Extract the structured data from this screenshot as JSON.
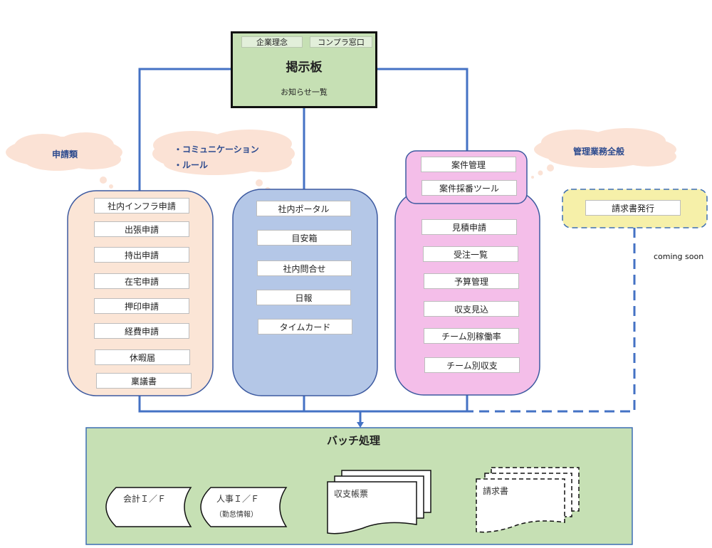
{
  "colors": {
    "connector": "#4472c4",
    "board_fill": "#c6e0b4",
    "requests_fill": "#fbe5d6",
    "comm_fill": "#b4c7e7",
    "mgmt_fill": "#f4bee9",
    "coming_fill": "#f6f0a9",
    "batch_fill": "#c6e0b4",
    "cloud_fill": "#fbe2d5",
    "cloud_text": "#2c4a8e"
  },
  "board": {
    "title": "掲示板",
    "subtitle": "お知らせ一覧",
    "tags": [
      "企業理念",
      "コンプラ窓口"
    ]
  },
  "clouds": {
    "requests": "申請類",
    "comm_lines": [
      "・コミュニケーション",
      "・ルール"
    ],
    "mgmt": "管理業務全般"
  },
  "requests_panel": {
    "items": [
      "社内インフラ申請",
      "出張申請",
      "持出申請",
      "在宅申請",
      "押印申請",
      "経費申請",
      "休暇届",
      "稟議書"
    ]
  },
  "comm_panel": {
    "items": [
      "社内ポータル",
      "目安箱",
      "社内問合せ",
      "日報",
      "タイムカード"
    ]
  },
  "mgmt_panel": {
    "top_items": [
      "案件管理",
      "案件採番ツール"
    ],
    "items": [
      "見積申請",
      "受注一覧",
      "予算管理",
      "収支見込",
      "チーム別稼働率",
      "チーム別収支"
    ]
  },
  "coming_panel": {
    "items": [
      "請求書発行"
    ],
    "note": "coming soon"
  },
  "batch": {
    "title": "バッチ処理",
    "interfaces": [
      {
        "label": "会計Ｉ／Ｆ",
        "sub": ""
      },
      {
        "label": "人事Ｉ／Ｆ",
        "sub": "（勤怠情報）"
      }
    ],
    "documents": [
      {
        "label": "収支帳票",
        "style": "solid"
      },
      {
        "label": "請求書",
        "style": "dashed"
      }
    ]
  }
}
